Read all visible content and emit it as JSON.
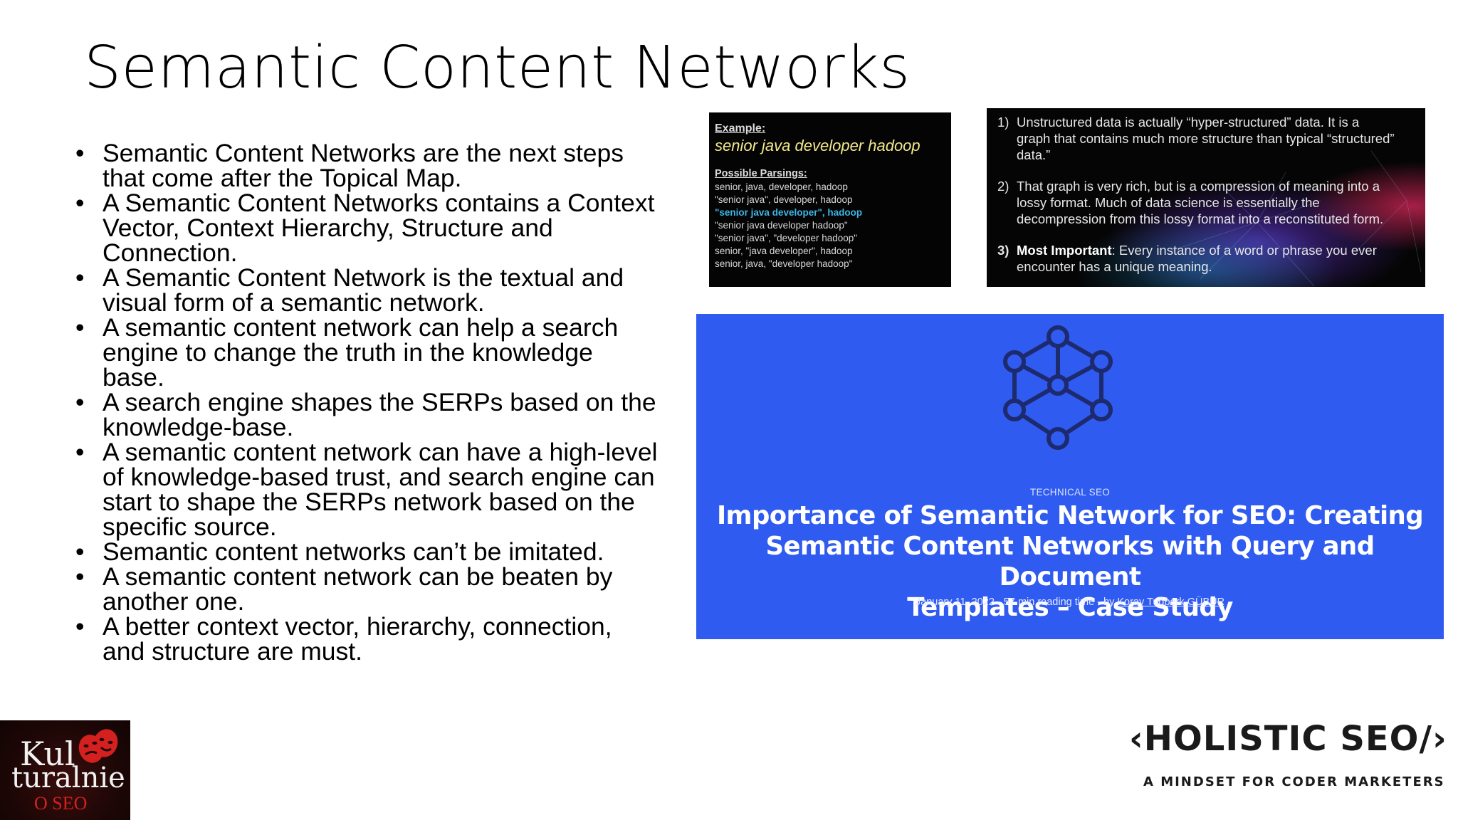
{
  "slide": {
    "title": "Semantic Content Networks",
    "bullets": [
      "Semantic Content Networks are the next steps that come after the Topical Map.",
      "A Semantic Content Networks contains a Context Vector, Context Hierarchy, Structure and Connection.",
      "A Semantic Content Network is the textual and visual form of a semantic network.",
      "A semantic content network can help a search engine to change the truth in the knowledge base.",
      "A search engine shapes the SERPs based on the knowledge-base.",
      "A semantic content network can have a high-level of knowledge-based trust, and search engine can start to shape the SERPs network based on the specific source.",
      "Semantic content networks can’t be imitated.",
      "A semantic content network can be beaten by another one.",
      "A better context vector, hierarchy, connection, and structure are must."
    ]
  },
  "example_panel": {
    "label": "Example:",
    "query": "senior java developer hadoop",
    "parsings_label": "Possible Parsings:",
    "parsings": [
      "senior, java, developer, hadoop",
      "\"senior java\", developer, hadoop",
      "\"senior java developer\", hadoop",
      "\"senior java developer hadoop\"",
      "\"senior java\", \"developer hadoop\"",
      "senior, \"java developer\", hadoop",
      "senior, java, \"developer hadoop\""
    ],
    "highlight_color": "#3fb6e6",
    "query_color": "#f3e88a"
  },
  "notes_panel": {
    "items": [
      {
        "number": "1)",
        "lines": [
          "Unstructured data is actually “hyper-structured” data. It is a",
          "graph that contains much more structure than typical “structured”",
          "data.”"
        ]
      },
      {
        "number": "2)",
        "lines": [
          "That graph is very rich, but is a compression of meaning into a",
          "lossy format. Much of data science is essentially the",
          "decompression from this lossy format into a reconstituted form."
        ]
      },
      {
        "number": "3)",
        "lead": "Most Important",
        "lines": [
          ": Every instance of a word or phrase you ever",
          "encounter has a unique meaning."
        ]
      }
    ]
  },
  "article_card": {
    "category": "TECHNICAL SEO",
    "title_lines": [
      "Importance of Semantic Network for SEO: Creating",
      "Semantic Content Networks with Query and Document",
      "Templates – Case Study"
    ],
    "meta_prefix": "January 11, 2022 - 57  min reading time - by ",
    "author": "Koray Tuğberk GÜBÜR",
    "icon": "hexagon-network-icon",
    "background_color": "#2f5bf0"
  },
  "logos": {
    "kulturalnie": {
      "line1": "Kul",
      "line2": "turalnie",
      "line3": "O SEO",
      "icon": "theater-masks-icon",
      "accent_color": "#d52020"
    },
    "holistic_seo": {
      "name": "‹HOLISTIC SEO/›",
      "tagline": "A MINDSET FOR CODER MARKETERS"
    }
  }
}
